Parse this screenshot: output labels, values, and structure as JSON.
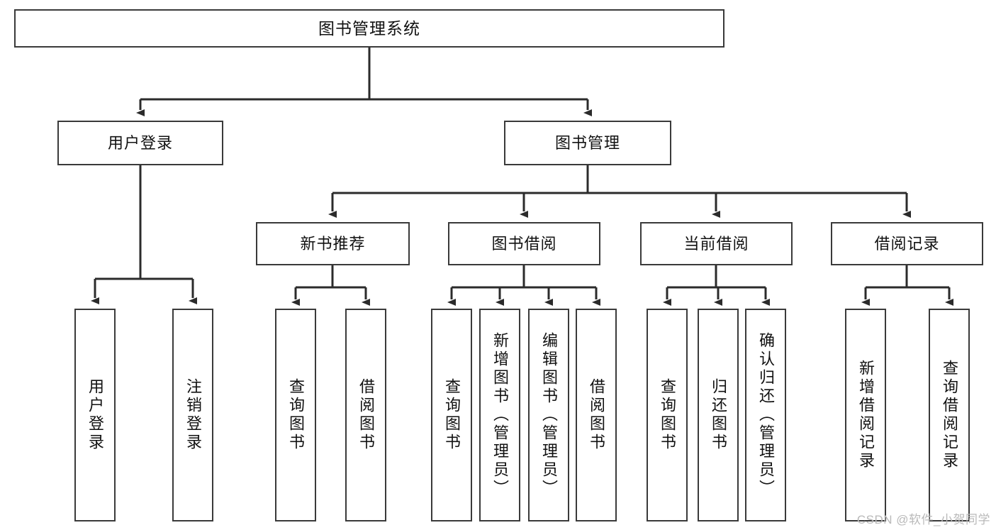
{
  "diagram": {
    "title": "图书管理系统",
    "type": "tree-hierarchy-diagram",
    "colors": {
      "box_border": "#3a3a3a",
      "box_fill": "#ffffff",
      "edge": "#2b2b2b",
      "text": "#111111",
      "watermark": "#b9b9b9",
      "background": "#ffffff"
    },
    "root": {
      "label": "图书管理系统"
    },
    "level2": [
      {
        "label": "用户登录"
      },
      {
        "label": "图书管理"
      }
    ],
    "level3": [
      {
        "label": "新书推荐"
      },
      {
        "label": "图书借阅"
      },
      {
        "label": "当前借阅"
      },
      {
        "label": "借阅记录"
      }
    ],
    "leaves": {
      "user_login": [
        {
          "label": "用户登录"
        },
        {
          "label": "注销登录"
        }
      ],
      "new_book_recommend": [
        {
          "label": "查询图书"
        },
        {
          "label": "借阅图书"
        }
      ],
      "book_borrow": [
        {
          "label": "查询图书"
        },
        {
          "label": "新增图书（管理员）"
        },
        {
          "label": "编辑图书（管理员）"
        },
        {
          "label": "借阅图书"
        }
      ],
      "current_borrow": [
        {
          "label": "查询图书"
        },
        {
          "label": "归还图书"
        },
        {
          "label": "确认归还（管理员）"
        }
      ],
      "borrow_records": [
        {
          "label": "新增借阅记录"
        },
        {
          "label": "查询借阅记录"
        }
      ]
    }
  },
  "watermark": {
    "text": "CSDN @软件_小贺同学"
  }
}
